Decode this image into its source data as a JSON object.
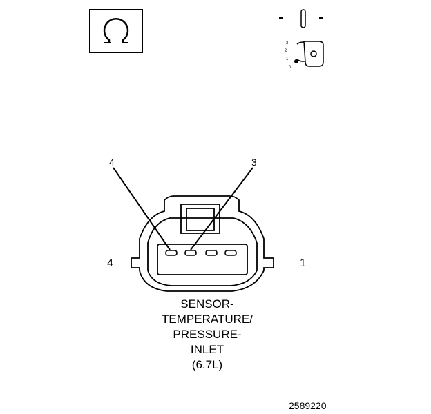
{
  "meter_symbol": {
    "icon": "ohm-icon",
    "glyph": "Ω"
  },
  "ignition_switch": {
    "icon": "ignition-key-icon",
    "positions": [
      "3",
      "2",
      "1",
      "0"
    ],
    "indicator_left": "-",
    "indicator_right": "-"
  },
  "connector": {
    "callouts": {
      "left_pin": "4",
      "right_pin": "3"
    },
    "side_labels": {
      "left": "4",
      "right": "1"
    },
    "caption_lines": [
      "SENSOR-",
      "TEMPERATURE/",
      "PRESSURE-",
      "INLET",
      "(6.7L)"
    ]
  },
  "figure_number": "2589220"
}
